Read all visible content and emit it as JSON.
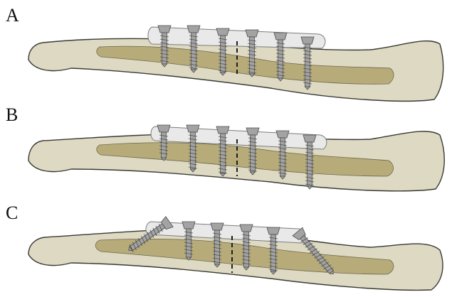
{
  "panels": [
    {
      "label": "A",
      "variant": "straight"
    },
    {
      "label": "B",
      "variant": "straight"
    },
    {
      "label": "C",
      "variant": "angled-end-screws"
    }
  ],
  "colors": {
    "bone_cortex": "#ddd9c2",
    "bone_cortex_stroke": "#3a3a36",
    "medullary_canal": "#b7ab79",
    "plate": "#e9e9e9",
    "plate_stroke": "#7c7c7c",
    "screw": "#a3a3a3",
    "screw_stroke": "#4e4e4e",
    "fracture_line": "#1d1d1d"
  }
}
